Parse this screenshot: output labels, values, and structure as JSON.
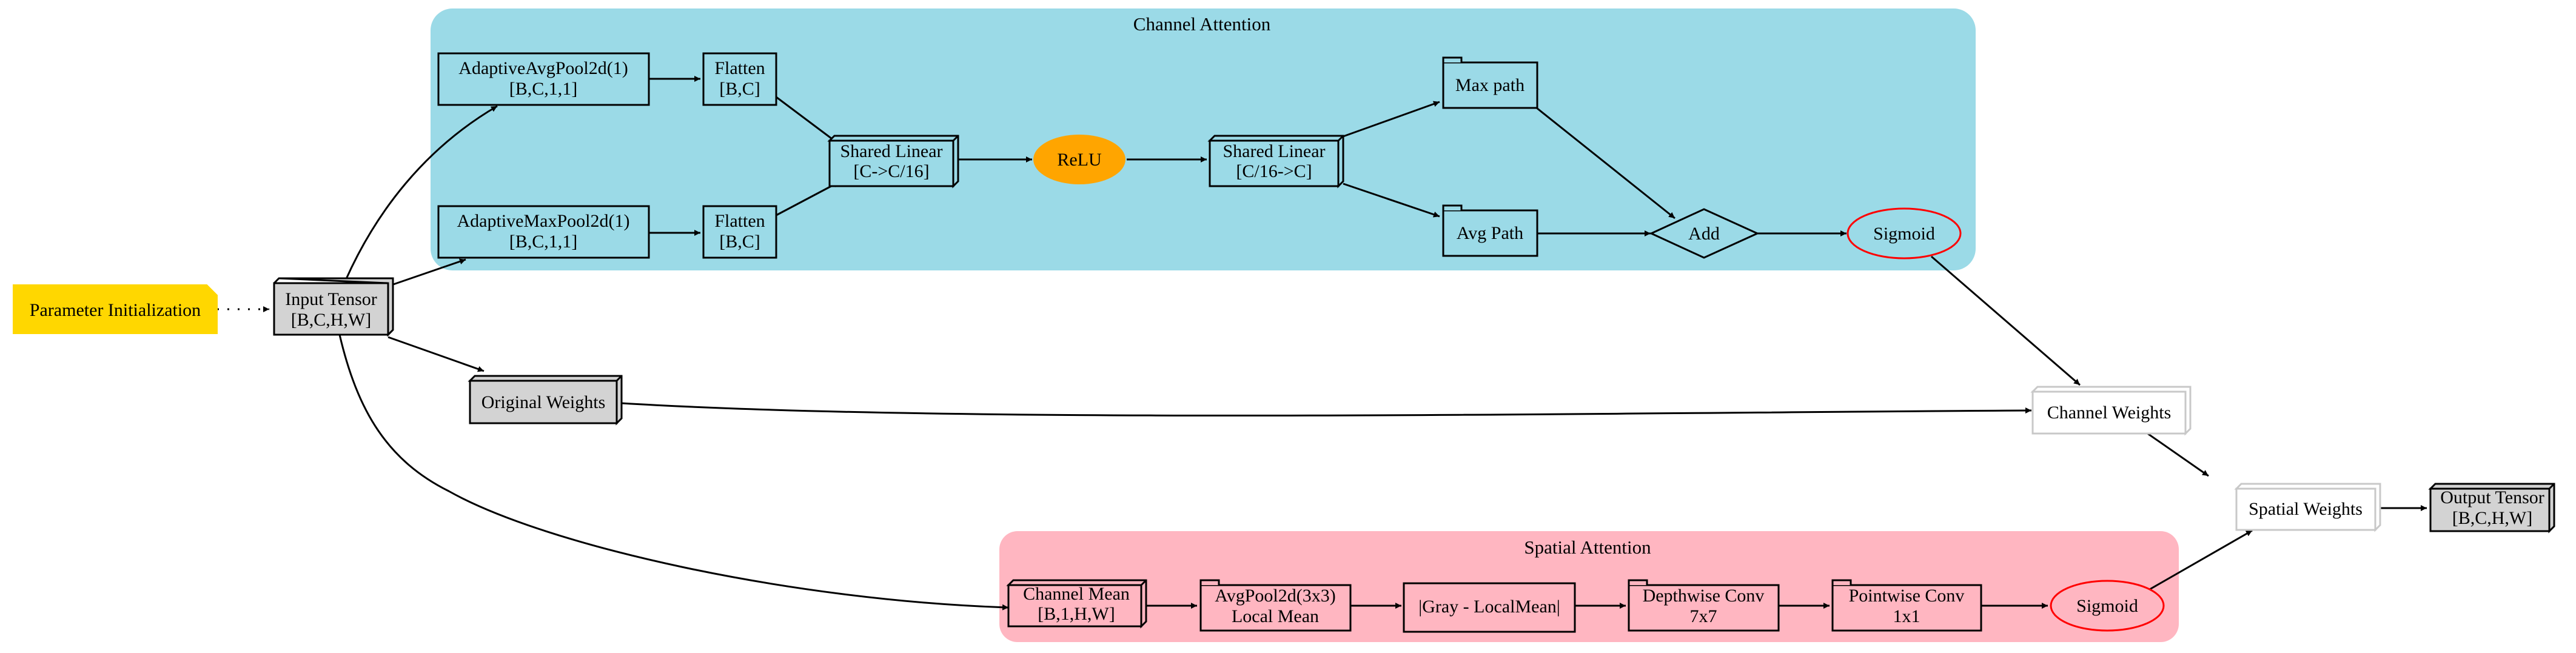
{
  "colors": {
    "channel_cluster": "#9BDAE7",
    "spatial_cluster": "#FFB6C1",
    "param_note": "#FFD700",
    "relu": "#FFA500",
    "tensor_box": "#D3D3D3",
    "sigmoid_border": "#FF0000",
    "weights_border": "#C8C8C8"
  },
  "clusters": {
    "channel": "Channel Attention",
    "spatial": "Spatial Attention"
  },
  "nodes": {
    "param_init": [
      "Parameter Initialization"
    ],
    "input": [
      "Input Tensor",
      "[B,C,H,W]"
    ],
    "avgpool": [
      "AdaptiveAvgPool2d(1)",
      "[B,C,1,1]"
    ],
    "maxpool": [
      "AdaptiveMaxPool2d(1)",
      "[B,C,1,1]"
    ],
    "flatten_top": [
      "Flatten",
      "[B,C]"
    ],
    "flatten_bottom": [
      "Flatten",
      "[B,C]"
    ],
    "shared_linear_1": [
      "Shared Linear",
      "[C->C/16]"
    ],
    "relu": [
      "ReLU"
    ],
    "shared_linear_2": [
      "Shared Linear",
      "[C/16->C]"
    ],
    "max_path": [
      "Max path"
    ],
    "avg_path": [
      "Avg Path"
    ],
    "add": [
      "Add"
    ],
    "sigmoid_channel": [
      "Sigmoid"
    ],
    "original_weights": [
      "Original Weights"
    ],
    "channel_weights": [
      "Channel Weights"
    ],
    "spatial_weights": [
      "Spatial Weights"
    ],
    "output": [
      "Output Tensor",
      "[B,C,H,W]"
    ],
    "channel_mean": [
      "Channel Mean",
      "[B,1,H,W]"
    ],
    "avgpool3": [
      "AvgPool2d(3x3)",
      "Local Mean"
    ],
    "gray_diff": [
      "|Gray - LocalMean|"
    ],
    "depthwise": [
      "Depthwise Conv",
      "7x7"
    ],
    "pointwise": [
      "Pointwise Conv",
      "1x1"
    ],
    "sigmoid_spatial": [
      "Sigmoid"
    ]
  }
}
